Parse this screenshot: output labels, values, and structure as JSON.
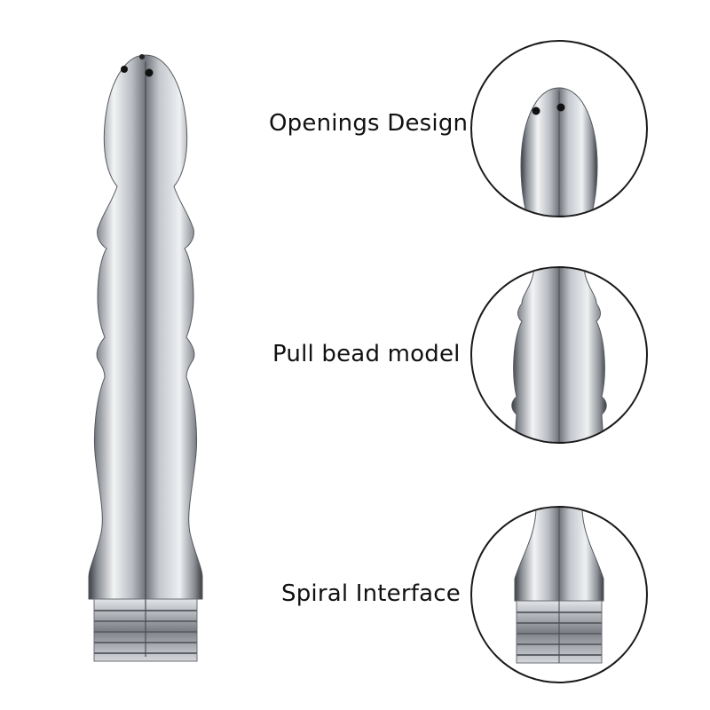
{
  "product": {
    "name": "metal-enema-nozzle",
    "color": "#c8cbd0"
  },
  "features": [
    {
      "label": "Openings Design",
      "detail": "tip-with-holes"
    },
    {
      "label": "Pull bead model",
      "detail": "bead-section"
    },
    {
      "label": "Spiral Interface",
      "detail": "threaded-base"
    }
  ]
}
